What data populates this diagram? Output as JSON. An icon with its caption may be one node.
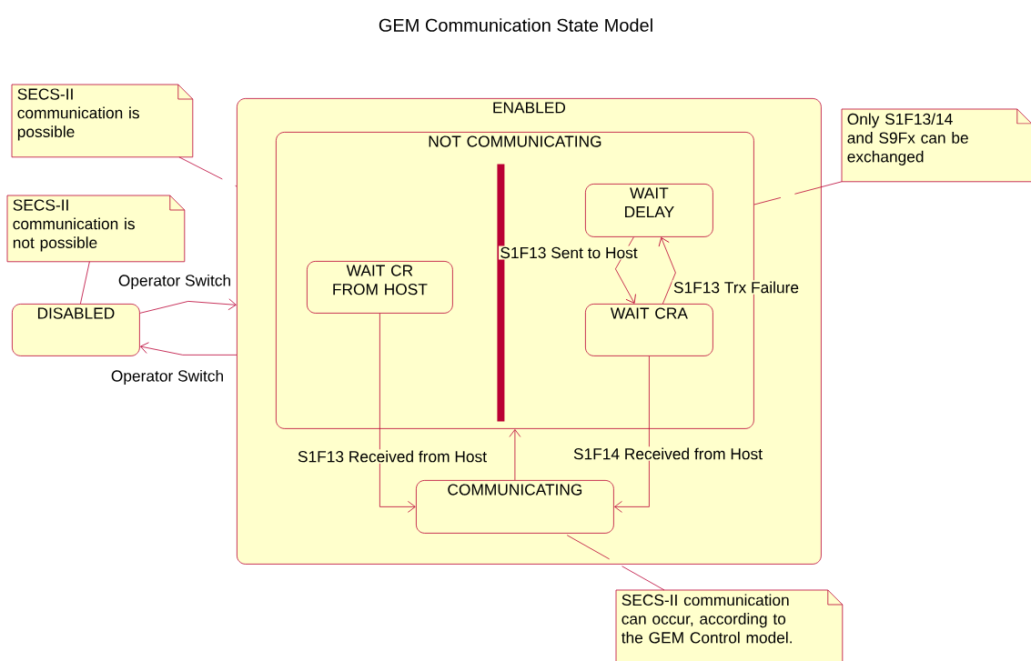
{
  "diagram": {
    "title": "GEM Communication State Model",
    "nodes": [
      {
        "text": [
          "ENABLED"
        ]
      },
      {
        "text": [
          "NOT COMMUNICATING"
        ],
        "in": 0
      },
      {
        "text": [
          "WAIT CR FROM HOST"
        ],
        "in": 1
      },
      {
        "text": [],
        "shape": "bar",
        "in": 1
      },
      {
        "text": [
          "WAIT DELAY"
        ],
        "in": 1
      },
      {
        "text": [
          "WAIT CRA"
        ],
        "in": 1
      },
      {
        "text": [
          "COMMUNICATING"
        ],
        "in": 0
      },
      {
        "text": [
          "DISABLED"
        ]
      },
      {
        "text": [
          "SECS-II communication is possible"
        ]
      },
      {
        "text": [
          "SECS-II communication is not possible"
        ]
      },
      {
        "text": [
          "Only S1F13/14 and S9Fx can be exchanged"
        ]
      },
      {
        "text": [
          "SECS-II communication can occur, according to the GEM Control model."
        ]
      }
    ],
    "edges": [
      {
        "from": 7,
        "to": 0,
        "arrow": "to",
        "label": "Operator Switch"
      },
      {
        "from": 0,
        "to": 7,
        "arrow": "to",
        "label": "Operator Switch"
      },
      {
        "from": 4,
        "to": 5,
        "arrow": "to",
        "label": "S1F13 Sent to Host"
      },
      {
        "from": 5,
        "to": 4,
        "arrow": "to",
        "label": "S1F13 Trx Failure"
      },
      {
        "from": 2,
        "to": 6,
        "arrow": "to",
        "label": "S1F13 Received from Host"
      },
      {
        "from": 5,
        "to": 6,
        "arrow": "to",
        "label": "S1F14 Received from Host"
      },
      {
        "from": 6,
        "to": 1,
        "arrow": "to"
      },
      {
        "from": 8,
        "to": 0,
        "arrow": "none",
        "style": "dashed"
      },
      {
        "from": 9,
        "to": 7,
        "arrow": "none"
      },
      {
        "from": 10,
        "to": 1,
        "arrow": "none",
        "style": "dashed"
      },
      {
        "from": 11,
        "to": 6,
        "arrow": "none",
        "style": "dashed"
      }
    ]
  }
}
